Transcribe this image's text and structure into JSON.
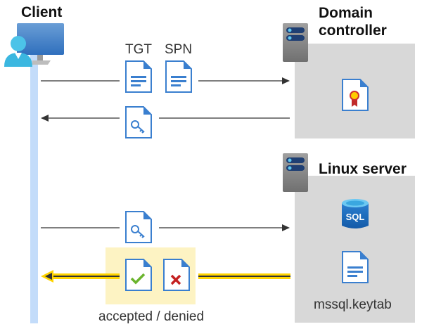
{
  "client": {
    "title": "Client"
  },
  "domain_controller": {
    "title_line1": "Domain",
    "title_line2": "controller"
  },
  "linux_server": {
    "title": "Linux server",
    "keytab_label": "mssql.keytab",
    "sql_icon_text": "SQL"
  },
  "messages": {
    "tgt_label": "TGT",
    "spn_label": "SPN",
    "result_label": "accepted / denied"
  },
  "colors": {
    "lifeline": "#c3dcfa",
    "server_box": "#d8d8d8",
    "highlight": "#fdf3c3",
    "accent_yellow": "#ffd400",
    "doc_blue": "#3a7fcf"
  },
  "icons": [
    "client-user-monitor-icon",
    "server-icon",
    "certificate-document-icon",
    "document-icon",
    "key-document-icon",
    "sql-database-icon",
    "check-document-icon",
    "deny-document-icon"
  ]
}
